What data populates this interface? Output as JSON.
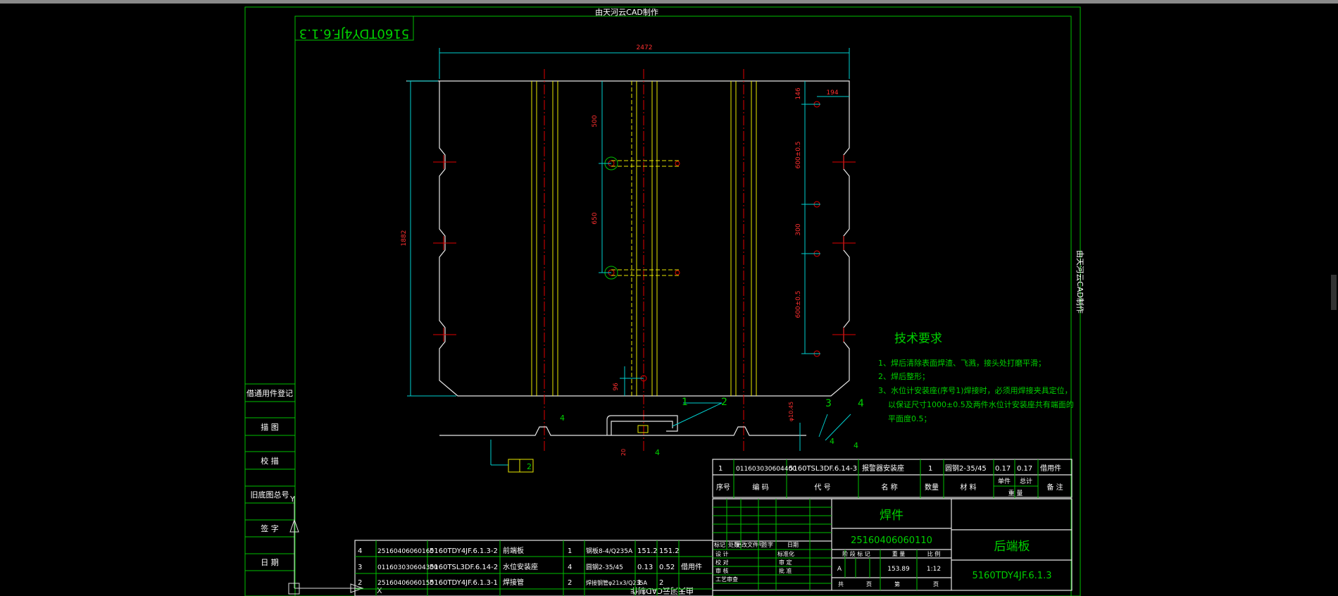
{
  "banner_top": "由天河云CAD制作",
  "banner_side": "由天河云CAD制作",
  "banner_bottom": "由天河云CAD制作",
  "drawing_no_mirrored": "5160TDY4JF.6.1.3",
  "dims": {
    "overall_width": "2472",
    "height": "1882",
    "d500": "500",
    "d650": "650",
    "d96": "96",
    "d146": "146",
    "d194": "194",
    "d600a": "600±0.5",
    "d300": "300",
    "d600b": "600±0.5",
    "d20": "20",
    "phi": "φ10.45"
  },
  "balloons": [
    "1",
    "2",
    "3",
    "4"
  ],
  "weld_labels": [
    "4",
    "4",
    "4",
    "4"
  ],
  "flatness": "2",
  "tech": {
    "title": "技术要求",
    "lines": [
      "1、焊后清除表面焊渣、飞溅，接头处打磨平滑；",
      "2、焊后整形；",
      "3、水位计安装座(序号1)焊接时，必须用焊接夹具定位，",
      "以保证尺寸1000±0.5及两件水位计安装座共有端面的",
      "平面度0.5；"
    ]
  },
  "left_panel": [
    "借通用件登记",
    "描 图",
    "校 描",
    "旧底图总号",
    "签 字",
    "日 期"
  ],
  "upper_bom": [
    {
      "seq": "1",
      "code": "011603030604400",
      "part": "5160TSL3DF.6.14-3",
      "name": "报警器安装座",
      "qty": "1",
      "mat": "圆钢2-35/45",
      "w1": "0.17",
      "w2": "0.17",
      "note": "借用件"
    }
  ],
  "bom_header": {
    "seq": "序号",
    "code": "编 码",
    "part": "代 号",
    "name": "名 称",
    "qty": "数量",
    "mat": "材 料",
    "unit": "单件",
    "total": "总计",
    "weight": "重 量",
    "note": "备 注"
  },
  "lower_bom": [
    {
      "seq": "4",
      "code": "25160406060160",
      "part": "5160TDY4JF.6.1.3-2",
      "name": "前端板",
      "qty": "1",
      "mat": "钢板8-4/Q235A",
      "w1": "151.2",
      "w2": "151.2",
      "note": ""
    },
    {
      "seq": "3",
      "code": "011603030604300",
      "part": "5160TSL3DF.6.14-2",
      "name": "水位安装座",
      "qty": "4",
      "mat": "圆钢2-35/45",
      "w1": "0.13",
      "w2": "0.52",
      "note": "借用件"
    },
    {
      "seq": "2",
      "code": "25160406060150",
      "part": "5160TDY4JF.6.1.3-1",
      "name": "焊接管",
      "qty": "2",
      "mat": "焊接钢管φ21x3/Q235A",
      "w1": "1",
      "w2": "2",
      "note": ""
    }
  ],
  "title_block": {
    "kind": "焊件",
    "code": "25160406060110",
    "name": "后端板",
    "drawing_no": "5160TDY4JF.6.1.3",
    "weight": "153.89",
    "scale": "1:12",
    "stage": "A",
    "rev_headers": [
      "标记",
      "处数",
      "更改文件号",
      "签字",
      "日期"
    ],
    "roles": [
      "设 计",
      "校 对",
      "审 核",
      "工艺审查"
    ],
    "roles2": [
      "标准化",
      "审 定",
      "批 准"
    ],
    "stage_hdr": [
      "阶 段 标 记",
      "重 量",
      "比 例"
    ],
    "sheets": [
      "共",
      "页",
      "第",
      "页"
    ]
  }
}
